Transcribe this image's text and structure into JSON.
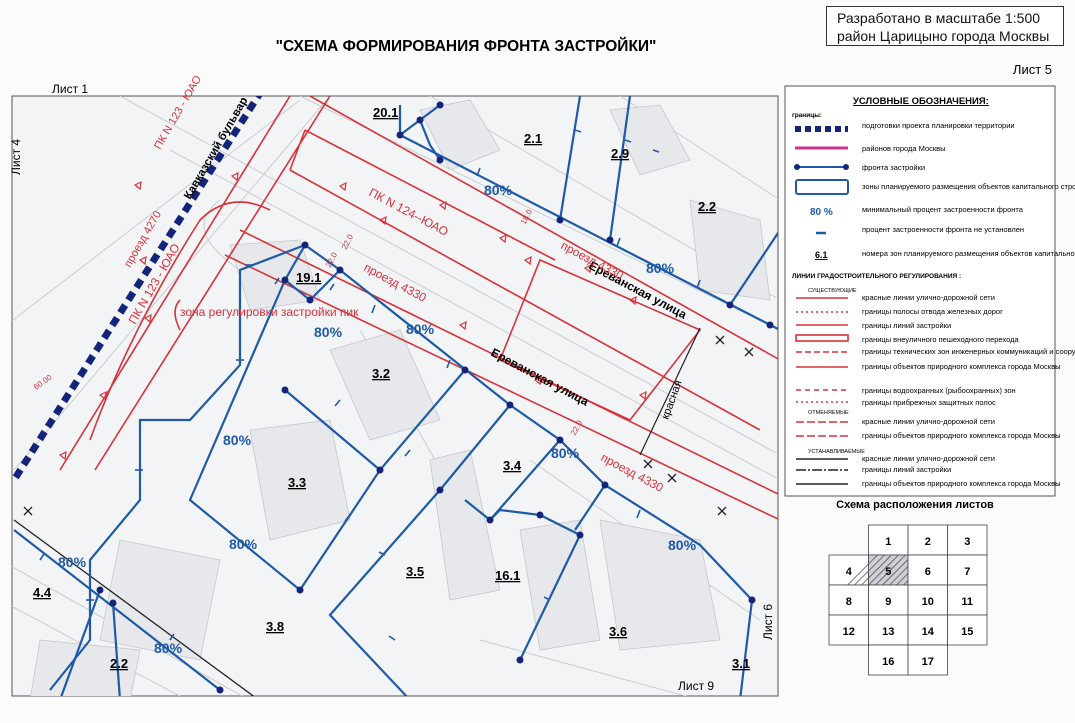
{
  "header": {
    "title": "\"СХЕМА ФОРМИРОВАНИЯ ФРОНТА ЗАСТРОЙКИ\"",
    "scale_line1": "Разработано в масштабе 1:500",
    "scale_line2": "район Царицыно города Москвы",
    "sheet": "Лист 5"
  },
  "sheets_edges": {
    "top": "Лист 1",
    "left": "Лист 4",
    "right": "Лист 6",
    "bottom": "Лист 9"
  },
  "streets": {
    "bulvar": "Кавказский бульвар",
    "erevan1": "Ереванская улица",
    "erevan2": "Ереванская улица",
    "proezd_a": "проезд 4330",
    "proezd_b": "проезд 4330",
    "proezd_c": "проезд 4330",
    "proezd_d": "проезд 4270",
    "pk124": "ПК N 124--ЮАО",
    "pk123": "ПК N 123 - ЮАО",
    "pk123b": "ПК N 123 - ЮАО",
    "zone_reg": "зона регулировки застройки пик",
    "krasnaya": "красная"
  },
  "zones": {
    "z20_1": "20.1",
    "z2_1": "2.1",
    "z2_9": "2.9",
    "z2_2a": "2.2",
    "z19_1": "19.1",
    "z3_2": "3.2",
    "z3_3": "3.3",
    "z3_4": "3.4",
    "z3_5": "3.5",
    "z16_1": "16.1",
    "z3_6": "3.6",
    "z3_8": "3.8",
    "z4_4": "4.4",
    "z2_2b": "2.2",
    "z3_1": "3.1"
  },
  "percents": {
    "p1": "80%",
    "p2": "80%",
    "p3": "80%",
    "p4": "80%",
    "p5": "80%",
    "p6": "80%",
    "p7": "80%",
    "p8": "80%",
    "p9": "80%"
  },
  "small_labels": {
    "d1": "22.0",
    "d2": "22.0",
    "d3": "22.0",
    "d4": "18.0",
    "d5": "60.00"
  },
  "legend": {
    "title": "УСЛОВНЫЕ ОБОЗНАЧЕНИЯ:",
    "borders_head": "границы:",
    "items": [
      "подготовки проекта планировки территории",
      "районов города Москвы",
      "фронта застройки",
      "зоны планируемого размещения объектов капитального строительства",
      "минимальный процент застроенности фронта",
      "процент застроенности фронта не установлен",
      "номера зон планируемого размещения объектов капитального строительства"
    ],
    "pct_sample": "80 %",
    "num_sample": "6.1",
    "lines_head": "ЛИНИИ ГРАДОСТРОИТЕЛЬНОГО РЕГУЛИРОВАНИЯ :",
    "existing_head": "СУЩЕСТВУЮЩИЕ",
    "existing": [
      "красные линии улично-дорожной сети",
      "границы полосы отвода железных дорог",
      "границы линий застройки",
      "границы внеуличного пешеходного перехода",
      "границы технических зон инженерных коммуникаций и сооружений",
      "границы объектов природного комплекса города Москвы",
      "границы водоохранных (рыбоохранных) зон",
      "границы прибрежных защитных полос"
    ],
    "cancelled_head": "ОТМЕНЯЕМЫЕ",
    "cancelled": [
      "красные линии улично-дорожной сети",
      "границы объектов природного комплекса города Москвы"
    ],
    "established_head": "УСТАНАВЛИВАЕМЫЕ",
    "established": [
      "красные линии улично-дорожной сети",
      "границы линий застройки",
      "границы объектов природного комплекса города Москвы"
    ]
  },
  "sheet_scheme": {
    "title": "Схема расположения листов",
    "cells": [
      "1",
      "2",
      "3",
      "4",
      "5",
      "6",
      "7",
      "8",
      "9",
      "10",
      "11",
      "12",
      "13",
      "14",
      "15",
      "16",
      "17"
    ],
    "current": "5"
  },
  "colors": {
    "front": "#1e5aa8",
    "red": "#d8323a",
    "district": "#d0318a",
    "planning": "#14247a"
  }
}
